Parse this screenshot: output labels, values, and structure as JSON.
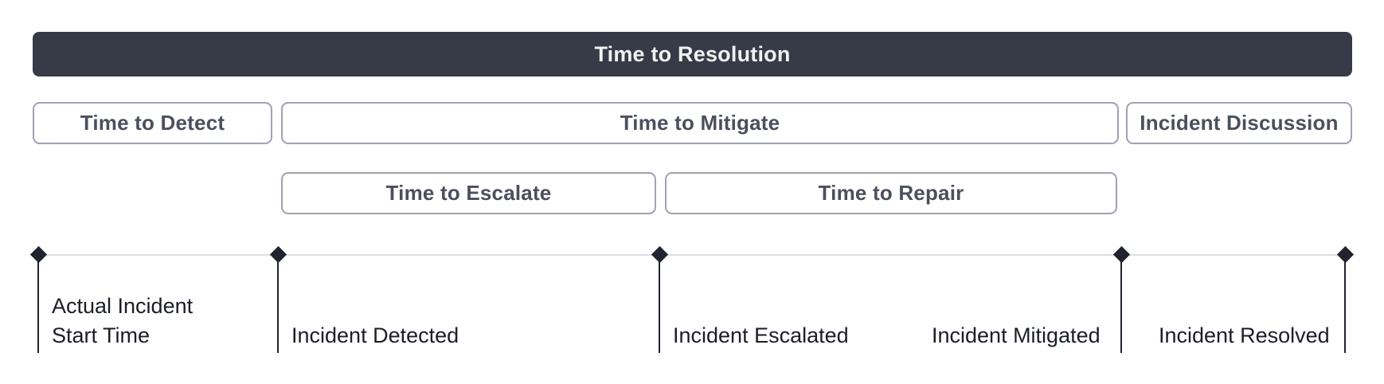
{
  "colors": {
    "title_bar_background": "#363b47",
    "title_bar_text": "#f0f1f3",
    "phase_box_border": "#9fa1b4",
    "phase_box_text": "#4b4f5e",
    "timeline_axis": "#dcdce3",
    "timeline_marker": "#21242e",
    "event_label_text": "#1b1e27",
    "page_background": "#ffffff"
  },
  "title_bar": {
    "label": "Time to Resolution"
  },
  "phases": {
    "row1": [
      {
        "label": "Time to Detect"
      },
      {
        "label": "Time to Mitigate"
      },
      {
        "label": "Incident Discussion"
      }
    ],
    "row2": [
      {
        "label": "Time to Escalate"
      },
      {
        "label": "Time to Repair"
      }
    ]
  },
  "timeline": {
    "events": [
      {
        "label": "Actual Incident\nStart Time"
      },
      {
        "label": "Incident Detected"
      },
      {
        "label": "Incident Escalated"
      },
      {
        "label": "Incident Mitigated"
      },
      {
        "label": "Incident Resolved"
      }
    ]
  }
}
